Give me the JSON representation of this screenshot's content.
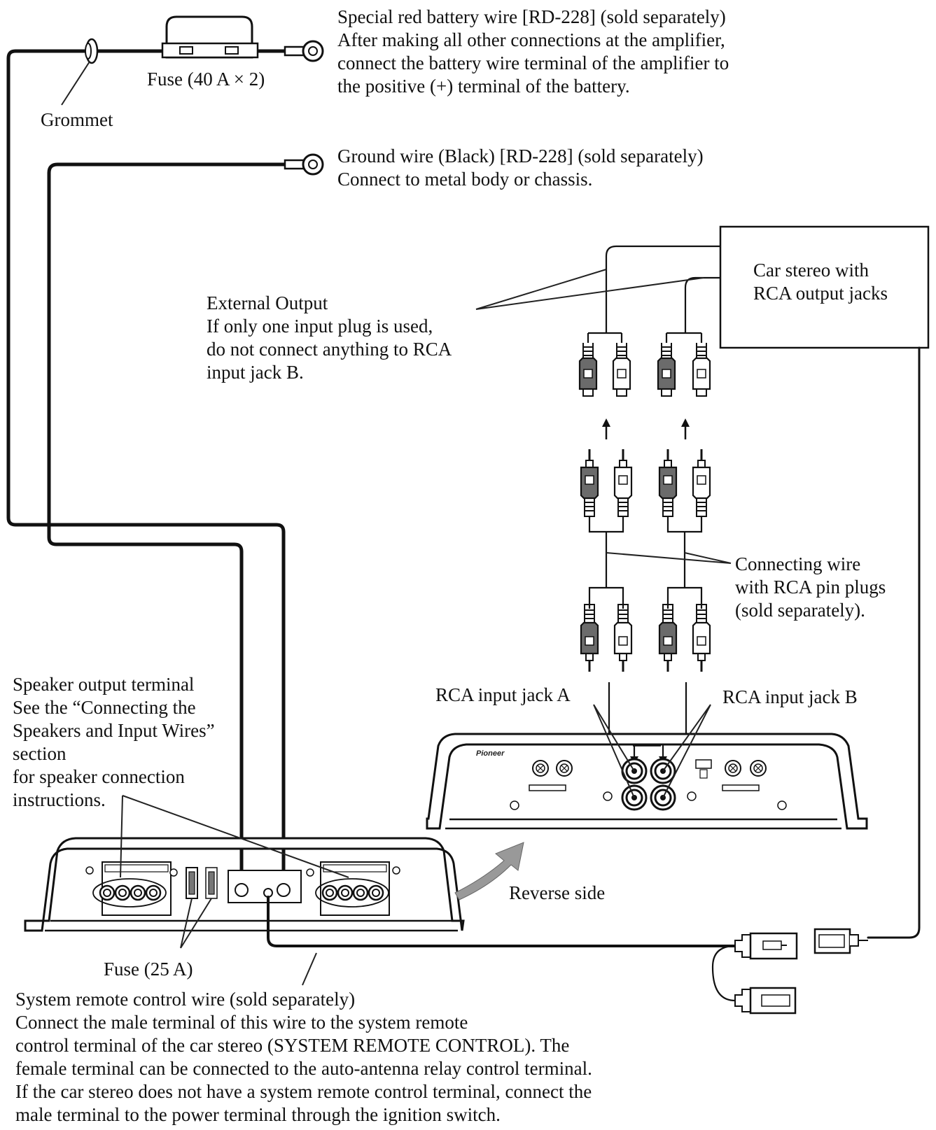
{
  "labels": {
    "fuse_40": "Fuse (40 A × 2)",
    "grommet": "Grommet",
    "battery_wire": [
      "Special red battery wire [RD-228] (sold separately)",
      "After making all other connections at the amplifier,",
      "connect the battery wire terminal of the amplifier to",
      "the positive (+) terminal of the battery."
    ],
    "ground_wire": [
      "Ground wire (Black) [RD-228] (sold separately)",
      "Connect to metal body or chassis."
    ],
    "car_stereo": [
      "Car stereo with",
      "RCA output jacks"
    ],
    "external_output": [
      "External Output",
      "If only one input plug is used,",
      "do not connect anything to RCA",
      "input jack B."
    ],
    "connecting_wire": [
      "Connecting wire",
      "with RCA pin plugs",
      "(sold separately)."
    ],
    "rca_a": "RCA input jack A",
    "rca_b": "RCA input jack B",
    "speaker_output": [
      "Speaker output terminal",
      "See the “Connecting the",
      "Speakers and Input Wires”",
      "section",
      "for speaker connection",
      "instructions."
    ],
    "reverse_side": "Reverse side",
    "fuse_25": "Fuse (25 A)",
    "remote_wire": [
      "System remote control wire (sold separately)",
      "Connect the male terminal of this wire to the system remote",
      "control terminal of the car stereo (SYSTEM REMOTE CONTROL). The",
      "female terminal can be connected to the auto-antenna relay control terminal.",
      "If the car stereo does not have a system remote control terminal, connect the",
      "male terminal to the power terminal through the ignition switch."
    ]
  },
  "colors": {
    "line": "#111111",
    "plug_dark": "#6b6b6b",
    "plug_light": "#ffffff",
    "background": "#ffffff"
  }
}
